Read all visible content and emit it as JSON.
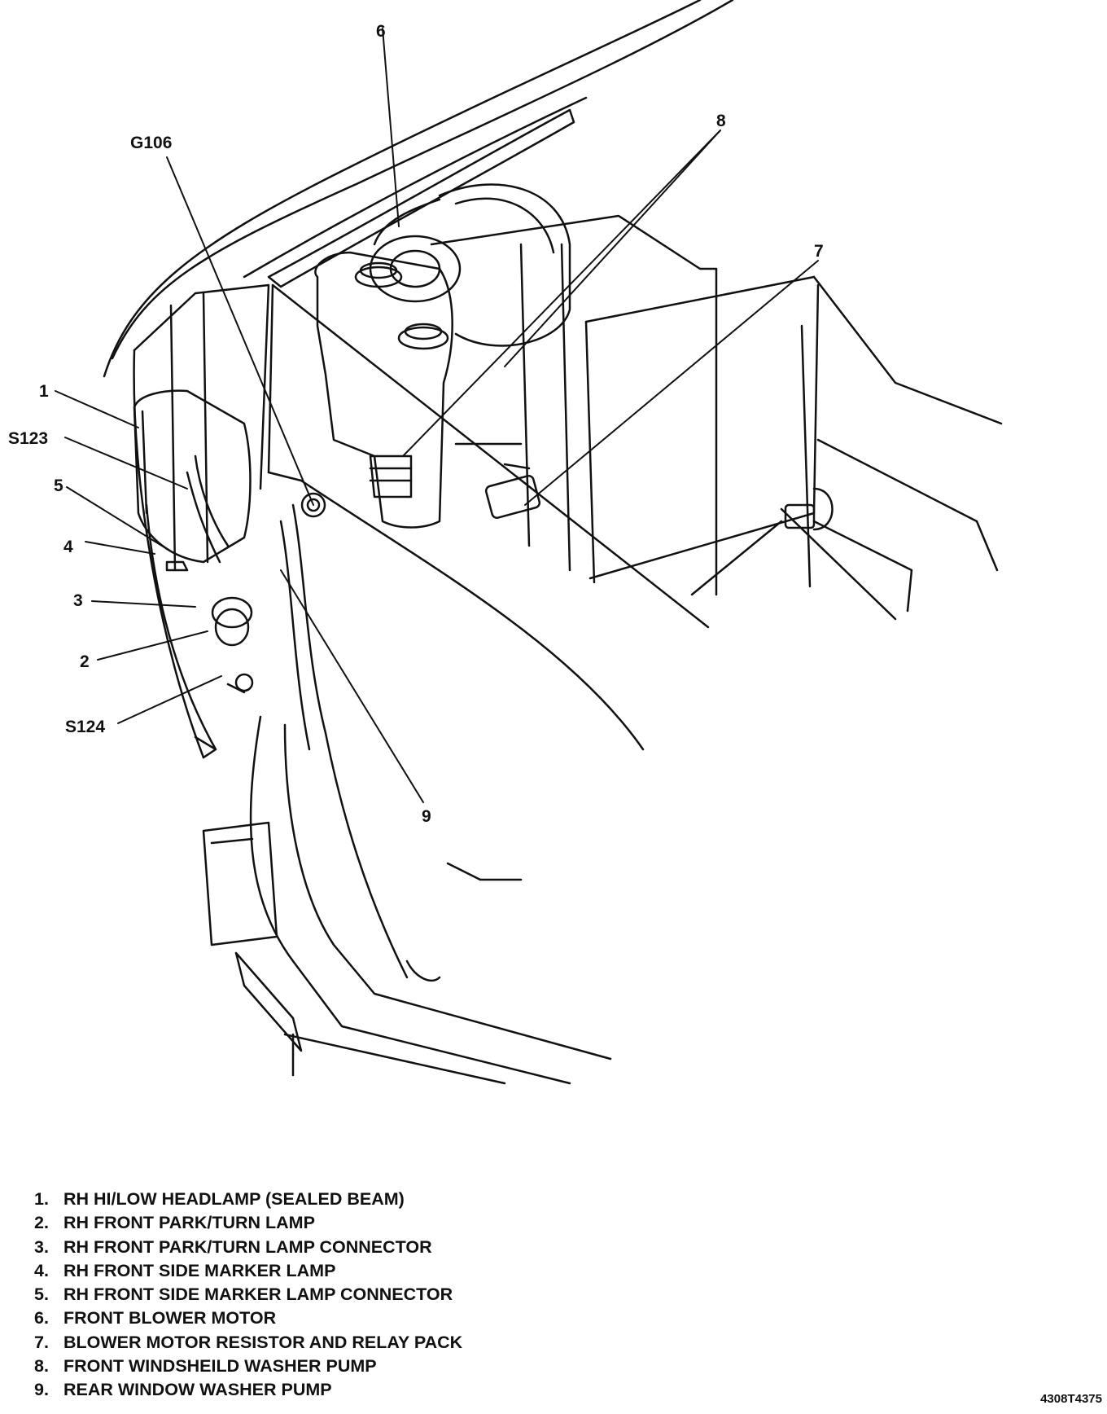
{
  "callouts": {
    "c1": "1",
    "s123": "S123",
    "c5": "5",
    "c4": "4",
    "c3": "3",
    "c2": "2",
    "s124": "S124",
    "c6": "6",
    "g106": "G106",
    "c8": "8",
    "c7": "7",
    "c9": "9"
  },
  "legend": [
    {
      "num": "1.",
      "text": "RH HI/LOW HEADLAMP (SEALED BEAM)"
    },
    {
      "num": "2.",
      "text": "RH FRONT PARK/TURN LAMP"
    },
    {
      "num": "3.",
      "text": "RH FRONT PARK/TURN LAMP CONNECTOR"
    },
    {
      "num": "4.",
      "text": "RH FRONT SIDE MARKER LAMP"
    },
    {
      "num": "5.",
      "text": "RH FRONT SIDE MARKER LAMP CONNECTOR"
    },
    {
      "num": "6.",
      "text": "FRONT BLOWER MOTOR"
    },
    {
      "num": "7.",
      "text": "BLOWER MOTOR RESISTOR AND RELAY PACK"
    },
    {
      "num": "8.",
      "text": "FRONT WINDSHEILD WASHER PUMP"
    },
    {
      "num": "9.",
      "text": "REAR WINDOW WASHER PUMP"
    }
  ],
  "figure_code": "4308T4375",
  "colors": {
    "ink": "#111111",
    "paper": "#ffffff"
  }
}
